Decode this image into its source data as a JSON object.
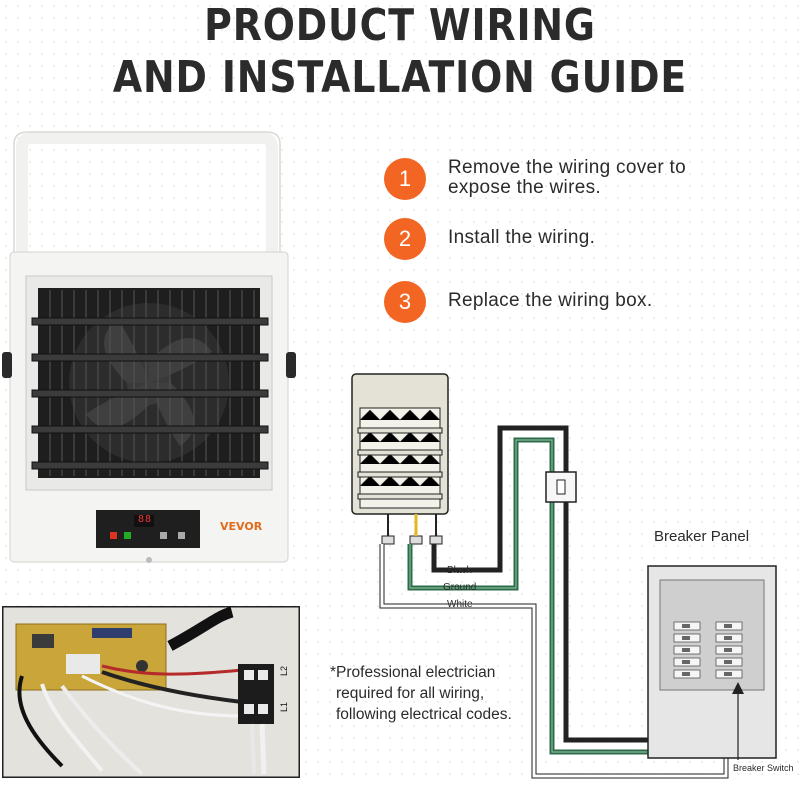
{
  "header": {
    "title_line1": "PRODUCT WIRING",
    "title_line2": "AND INSTALLATION GUIDE"
  },
  "steps": [
    {
      "number": "1",
      "text_line1": "Remove the wiring cover to",
      "text_line2": "expose the wires."
    },
    {
      "number": "2",
      "text_line1": "Install the wiring.",
      "text_line2": ""
    },
    {
      "number": "3",
      "text_line1": "Replace the wiring box.",
      "text_line2": ""
    }
  ],
  "heater": {
    "brand_logo": "VEVOR",
    "display_reading": "88"
  },
  "terminal_photo": {
    "terminal_label_top": "L2",
    "terminal_label_bottom": "L1"
  },
  "diagram": {
    "wire_labels": {
      "black": "Black",
      "ground": "Ground",
      "white": "White"
    },
    "breaker_panel_label": "Breaker Panel",
    "breaker_switch_label": "Breaker Switch"
  },
  "note": {
    "line1": "*Professional electrician",
    "line2": "required for all wiring,",
    "line3": "following electrical codes."
  },
  "colors": {
    "accent_orange": "#f26522",
    "title_dark": "#2b2b2b",
    "wire_black": "#222222",
    "wire_green": "#2f6b4a",
    "heater_body": "#f4f4f2",
    "panel_gray": "#cfcfcf"
  }
}
